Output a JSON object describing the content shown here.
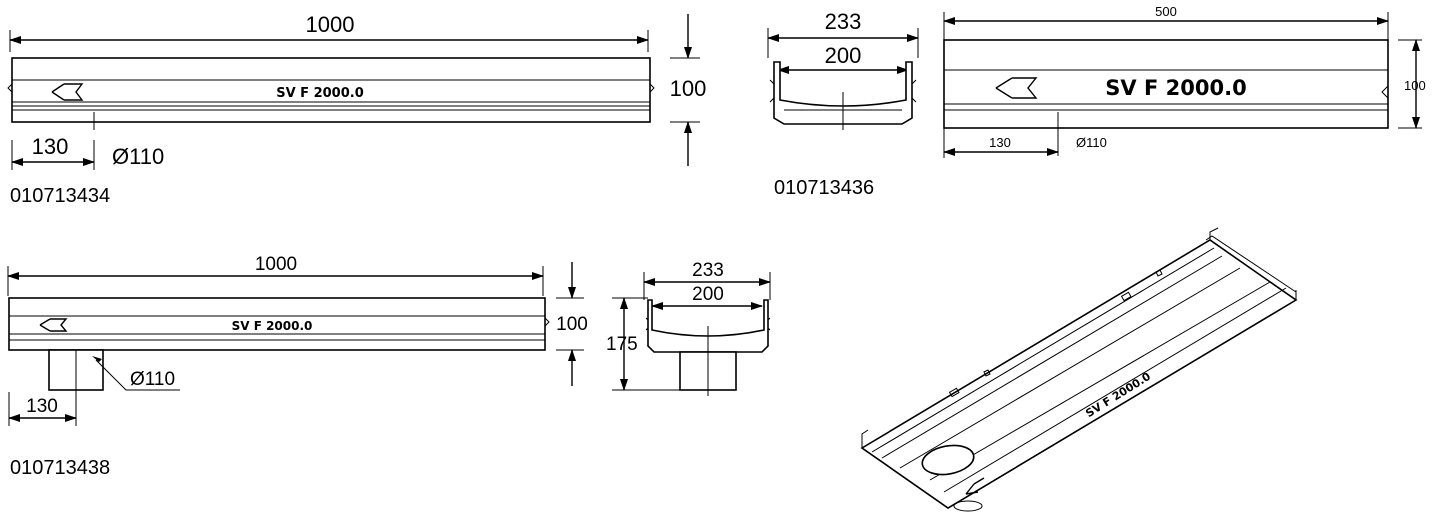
{
  "drawings": {
    "top_left": {
      "length": "1000",
      "height": "100",
      "offset": "130",
      "diameter": "Ø110",
      "marking": "SV F 2000.0",
      "code": "010713434"
    },
    "top_middle": {
      "outer_width": "233",
      "inner_width": "200",
      "code": "010713436"
    },
    "top_right": {
      "length": "500",
      "height": "100",
      "offset": "130",
      "diameter": "Ø110",
      "marking": "SV F 2000.0"
    },
    "bottom_left": {
      "length": "1000",
      "height": "100",
      "offset": "130",
      "diameter": "Ø110",
      "marking": "SV F 2000.0",
      "code": "010713438"
    },
    "bottom_middle": {
      "outer_width": "233",
      "inner_width": "200",
      "height": "175"
    },
    "iso_view": {
      "marking": "SV F 2000.0"
    }
  },
  "colors": {
    "line": "#000000",
    "background": "#ffffff"
  }
}
